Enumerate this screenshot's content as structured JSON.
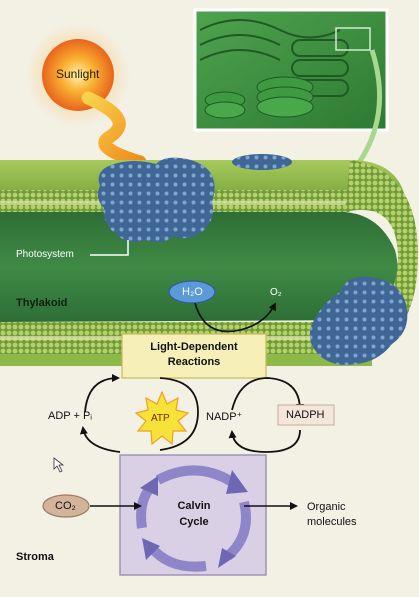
{
  "labels": {
    "sunlight": "Sunlight",
    "photosystem": "Photosystem",
    "thylakoid": "Thylakoid",
    "h2o": "H₂O",
    "o2": "O₂",
    "light_reactions_line1": "Light-Dependent",
    "light_reactions_line2": "Reactions",
    "adp_pi": "ADP + Pᵢ",
    "atp": "ATP",
    "nadp": "NADP⁺",
    "nadph": "NADPH",
    "co2": "CO₂",
    "calvin_line1": "Calvin",
    "calvin_line2": "Cycle",
    "organic_line1": "Organic",
    "organic_line2": "molecules",
    "stroma": "Stroma"
  },
  "colors": {
    "background": "#f3f0e4",
    "membrane_green": "#8db84a",
    "membrane_dark": "#5d8a2e",
    "lumen_green": "#2f7a3a",
    "photosystem_blue": "#3f6694",
    "sun_orange": "#f28a1c",
    "calvin_box": "#d9d0e6",
    "calvin_arrow": "#8e86c8",
    "light_box": "#f6efb8",
    "inset_green": "#3f9442"
  },
  "icons": {
    "cursor": "cursor-arrow-icon",
    "sun": "sun-icon",
    "atp_burst": "starburst-icon"
  }
}
